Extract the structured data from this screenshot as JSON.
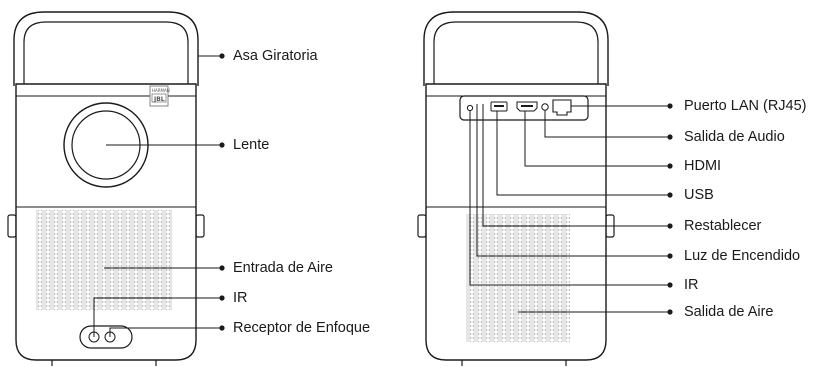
{
  "front_labels": {
    "handle": "Asa Giratoria",
    "lens": "Lente",
    "air_inlet": "Entrada de Aire",
    "ir": "IR",
    "focus_receiver": "Receptor de Enfoque"
  },
  "rear_labels": {
    "lan": "Puerto LAN (RJ45)",
    "audio": "Salida de Audio",
    "hdmi": "HDMI",
    "usb": "USB",
    "reset": "Restablecer",
    "power_led": "Luz de Encendido",
    "ir": "IR",
    "air_outlet": "Salida de Aire"
  },
  "logo": {
    "brand": "JBL",
    "sub": "HARMAN"
  },
  "colors": {
    "outline": "#1a1a1a",
    "grille": "#9a9a9a",
    "leader": "#1a1a1a"
  }
}
